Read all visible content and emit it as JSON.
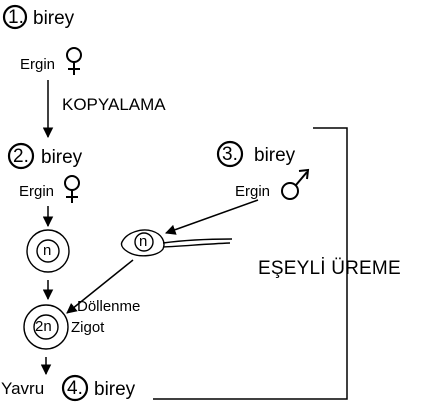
{
  "individuals": {
    "first": {
      "number": "1.",
      "label": "birey",
      "stage": "Ergin",
      "sex": "female-symbol"
    },
    "second": {
      "number": "2.",
      "label": "birey",
      "stage": "Ergin",
      "sex": "female-symbol"
    },
    "third": {
      "number": "3.",
      "label": "birey",
      "stage": "Ergin",
      "sex": "male-symbol"
    },
    "fourth": {
      "number": "4.",
      "label": "birey",
      "stage": "Yavru"
    }
  },
  "process": {
    "cloning": "KOPYALAMA",
    "fertilization": "Döllenme",
    "zygote": "Zigot",
    "sexual_reproduction": "EŞEYLİ ÜREME"
  },
  "cells": {
    "egg": "n",
    "sperm": "n",
    "zygote": "2n"
  }
}
